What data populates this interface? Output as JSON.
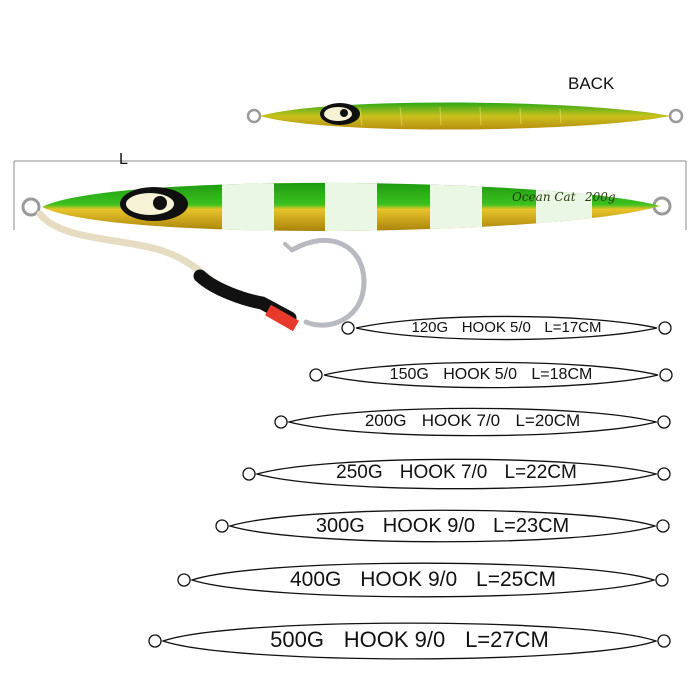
{
  "labels": {
    "back": "BACK",
    "length": "L",
    "brand": "Ocean Cat",
    "weight_mark": "200g"
  },
  "colors": {
    "body_green": "#2fb01a",
    "body_gold": "#d9b21a",
    "glow_stripe": "#eaf7e4",
    "eye_black": "#101010",
    "eye_white": "#f6f2d6",
    "leader_tube": "#e83a2c",
    "hook_silver": "#b9b9c1",
    "assist_line": "#e6dcc2",
    "outline": "#111111"
  },
  "sizes": [
    {
      "weight": "120G",
      "hook": "HOOK 5/0",
      "length": "L=17CM"
    },
    {
      "weight": "150G",
      "hook": "HOOK 5/0",
      "length": "L=18CM"
    },
    {
      "weight": "200G",
      "hook": "HOOK 7/0",
      "length": "L=20CM"
    },
    {
      "weight": "250G",
      "hook": "HOOK 7/0",
      "length": "L=22CM"
    },
    {
      "weight": "300G",
      "hook": "HOOK 9/0",
      "length": "L=23CM"
    },
    {
      "weight": "400G",
      "hook": "HOOK 9/0",
      "length": "L=25CM"
    },
    {
      "weight": "500G",
      "hook": "HOOK 9/0",
      "length": "L=27CM"
    }
  ]
}
